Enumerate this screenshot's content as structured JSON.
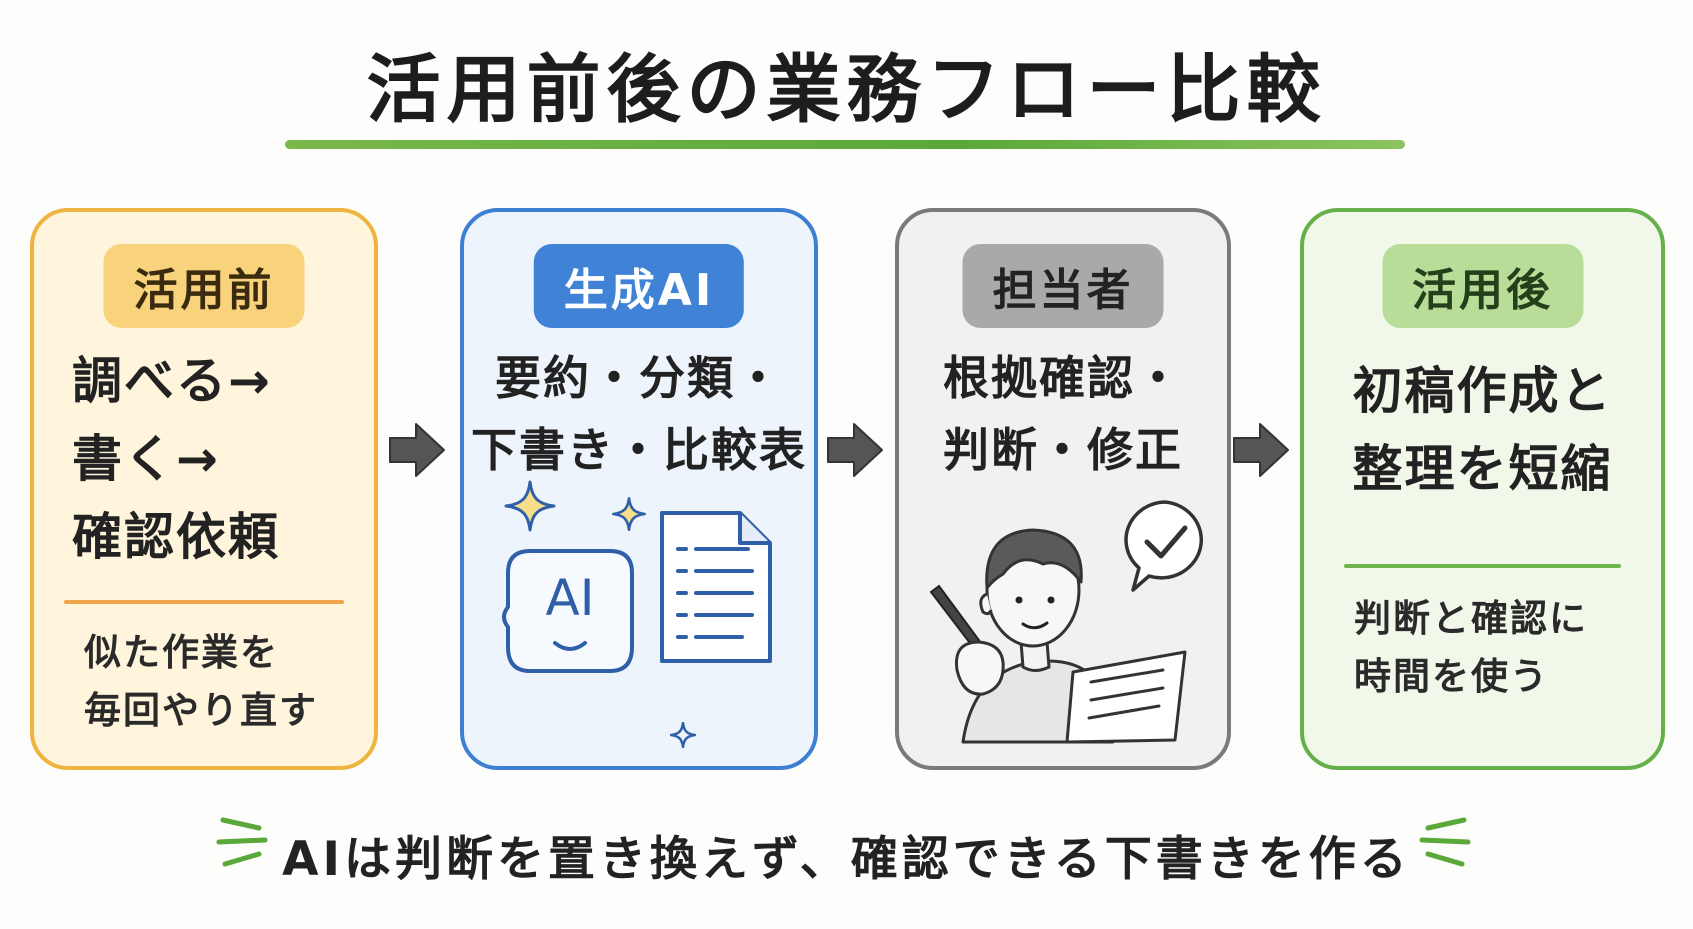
{
  "title": "活用前後の業務フロー比較",
  "colors": {
    "before_border": "#efb340",
    "ai_border": "#3d7fd3",
    "person_border": "#7a7a7a",
    "after_border": "#66b04b",
    "accent_green": "#5aa83a"
  },
  "cards": {
    "before": {
      "badge": "活用前",
      "main": "調べる→\n書く→\n確認依頼",
      "sub": "似た作業を\n 毎回やり直す"
    },
    "ai": {
      "badge": "生成AI",
      "main": "要約・分類・\n下書き・比較表",
      "icon_label": "AI",
      "icons": [
        "sparkle-icon",
        "ai-chat-icon",
        "document-icon"
      ]
    },
    "person": {
      "badge": "担当者",
      "main": "根拠確認・\n判断・修正",
      "icons": [
        "person-writing-icon",
        "checkmark-bubble-icon"
      ]
    },
    "after": {
      "badge": "活用後",
      "main": "初稿作成と\n整理を短縮",
      "sub": "判断と確認に\n時間を使う"
    }
  },
  "footer": "AIは判断を置き換えず、確認できる下書きを作る"
}
